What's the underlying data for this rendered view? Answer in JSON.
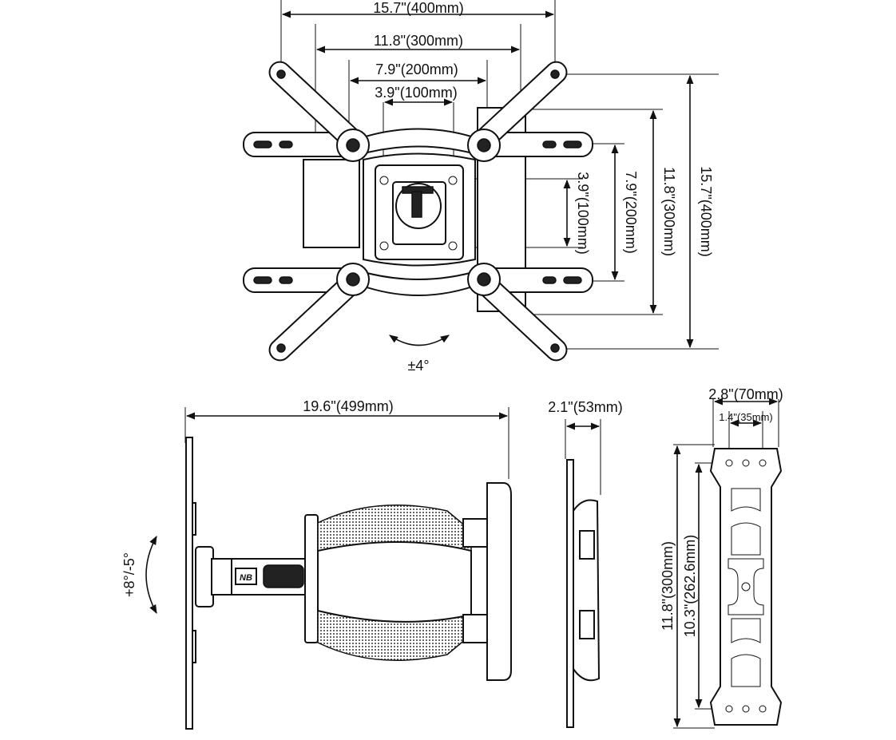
{
  "front_view": {
    "vesa_widths": [
      "15.7\"(400mm)",
      "11.8\"(300mm)",
      "7.9\"(200mm)",
      "3.9\"(100mm)"
    ],
    "vesa_heights": [
      "3.9\"(100mm)",
      "7.9\"(200mm)",
      "11.8\"(300mm)",
      "15.7\"(400mm)"
    ],
    "swivel": "±4°"
  },
  "side_view": {
    "extension": "19.6\"(499mm)",
    "tilt": "+8°/-5°",
    "logo_text": "NB"
  },
  "profile_view": {
    "depth": "2.1\"(53mm)"
  },
  "wall_plate_view": {
    "width": "2.8\"(70mm)",
    "hole_spacing_x": "1.4\"(35mm)",
    "height": "11.8\"(300mm)",
    "hole_spacing_y": "10.3\"(262.6mm)"
  }
}
